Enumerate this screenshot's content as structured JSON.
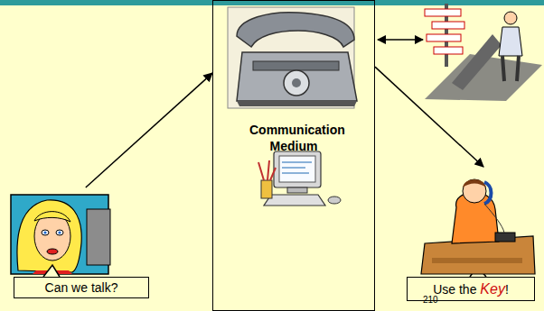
{
  "diagram": {
    "nodes": [
      {
        "text": [
          "Communication Medium"
        ]
      },
      {
        "text": [
          "Can we talk?"
        ]
      },
      {
        "text": [
          "Use the Key!"
        ]
      }
    ],
    "edges": [
      {
        "from": 1,
        "to": 0,
        "arrow": "to"
      },
      {
        "from": 0,
        "to": 2,
        "arrow": "to"
      }
    ],
    "labels": [
      "210"
    ]
  }
}
